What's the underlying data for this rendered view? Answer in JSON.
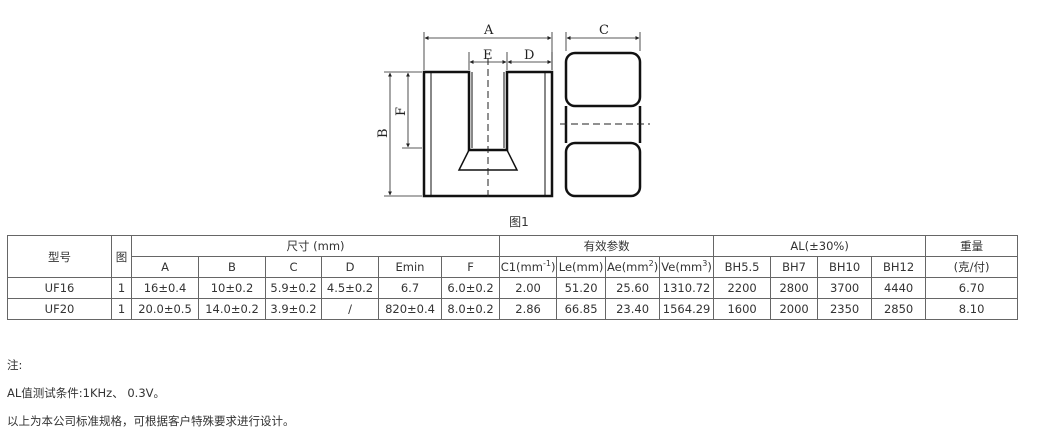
{
  "figure": {
    "dim_labels": {
      "A": "A",
      "B": "B",
      "C": "C",
      "D": "D",
      "E": "E",
      "F": "F"
    },
    "caption": "图1"
  },
  "table": {
    "headers": {
      "model": "型号",
      "fig": "图",
      "dimensions": "尺寸 (mm)",
      "params": "有效参数",
      "al": "AL(±30%)",
      "weight": "重量",
      "weight_unit": "(克/付)"
    },
    "dim_columns": [
      "A",
      "B",
      "C",
      "D",
      "Emin",
      "F"
    ],
    "param_columns": [
      {
        "base": "C1(mm",
        "sup": "-1",
        "tail": ")"
      },
      {
        "base": "Le(mm)",
        "sup": "",
        "tail": ""
      },
      {
        "base": "Ae(mm",
        "sup": "2",
        "tail": ")"
      },
      {
        "base": "Ve(mm",
        "sup": "3",
        "tail": ")"
      }
    ],
    "al_columns": [
      "BH5.5",
      "BH7",
      "BH10",
      "BH12"
    ],
    "rows": [
      {
        "model": "UF16",
        "fig": "1",
        "dims": [
          "16±0.4",
          "10±0.2",
          "5.9±0.2",
          "4.5±0.2",
          "6.7",
          "6.0±0.2"
        ],
        "params": [
          "2.00",
          "51.20",
          "25.60",
          "1310.72"
        ],
        "al": [
          "2200",
          "2800",
          "3700",
          "4440"
        ],
        "weight": "6.70"
      },
      {
        "model": "UF20",
        "fig": "1",
        "dims": [
          "20.0±0.5",
          "14.0±0.2",
          "3.9±0.2",
          "/",
          "820±0.4",
          "8.0±0.2"
        ],
        "params": [
          "2.86",
          "66.85",
          "23.40",
          "1564.29"
        ],
        "al": [
          "1600",
          "2000",
          "2350",
          "2850"
        ],
        "weight": "8.10"
      }
    ]
  },
  "notes": {
    "title": "注:",
    "line1": "AL值测试条件:1KHz、 0.3V。",
    "line2": "以上为本公司标准规格，可根据客户特殊要求进行设计。"
  }
}
